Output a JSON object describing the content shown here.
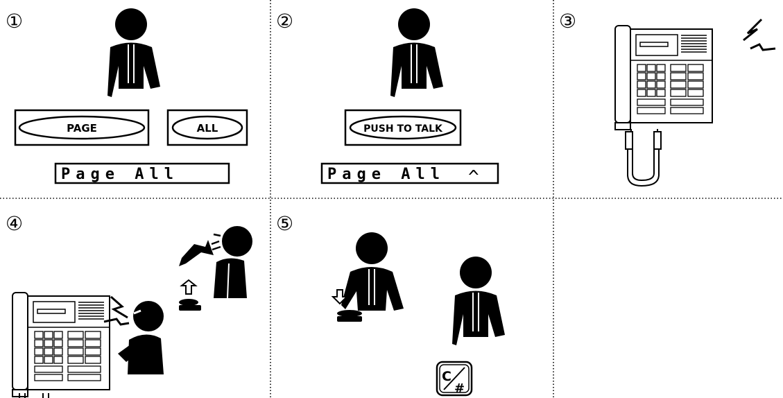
{
  "steps": {
    "s1": "①",
    "s2": "②",
    "s3": "③",
    "s4": "④",
    "s5": "⑤"
  },
  "panel1": {
    "page_key": "PAGE",
    "all_key": "ALL",
    "display": "Page All"
  },
  "panel2": {
    "ptt_key": "PUSH TO TALK",
    "display": "Page All",
    "cursor": "^"
  },
  "panel5": {
    "key_top": "C",
    "key_bottom": "#"
  },
  "colors": {
    "ink": "#000000",
    "paper": "#ffffff"
  },
  "icons": [
    "person-pointing-icon",
    "phone-icon",
    "ringing-icon",
    "handset-icon",
    "arrow-up-icon",
    "arrow-down-icon"
  ]
}
